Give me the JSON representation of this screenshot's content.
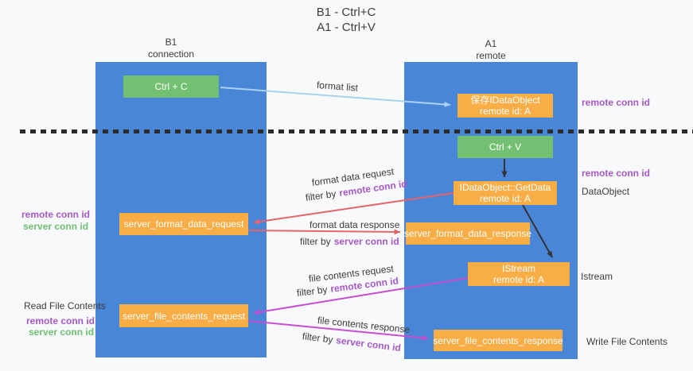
{
  "title": {
    "line1": "B1 - Ctrl+C",
    "line2": "A1 - Ctrl+V"
  },
  "lanes": {
    "left": {
      "name": "B1",
      "subtitle": "connection"
    },
    "right": {
      "name": "A1",
      "subtitle": "remote"
    }
  },
  "nodes": {
    "ctrl_c": "Ctrl + C",
    "ctrl_v": "Ctrl + V",
    "save_idataobject_line1": "保存IDataObject",
    "save_idataobject_line2": "remote id: A",
    "getdata_line1": "IDataObject::GetData",
    "getdata_line2": "remote id: A",
    "istream_line1": "IStream",
    "istream_line2": "remote id: A",
    "server_format_data_request": "server_format_data_request",
    "server_format_data_response": "server_format_data_response",
    "server_file_contents_request": "server_file_contents_request",
    "server_file_contents_response": "server_file_contents_response"
  },
  "arrows": {
    "format_list": "format list",
    "format_data_request": "format data request",
    "format_data_response": "format data response",
    "file_contents_request": "file contents request",
    "file_contents_response": "file contents response",
    "filter_by": "filter by",
    "remote_conn_id": "remote conn id",
    "server_conn_id": "server conn id"
  },
  "annotations": {
    "remote_conn_id": "remote conn id",
    "server_conn_id": "server conn id",
    "read_file_contents": "Read File Contents",
    "write_file_contents": "Write File Contents",
    "dataobject": "DataObject",
    "istream": "Istream"
  },
  "colors": {
    "lane_blue": "#4a86d8",
    "node_orange": "#f8ad46",
    "node_green": "#74c073",
    "arrow_light_blue": "#a8d2ee",
    "arrow_red": "#e8636b",
    "arrow_magenta": "#c44fd0",
    "arrow_black": "#333333",
    "conn_id_purple": "#a758c7",
    "conn_id_green": "#6fbf72",
    "text_dark": "#3c3c3c",
    "background": "#f8f9fa"
  }
}
